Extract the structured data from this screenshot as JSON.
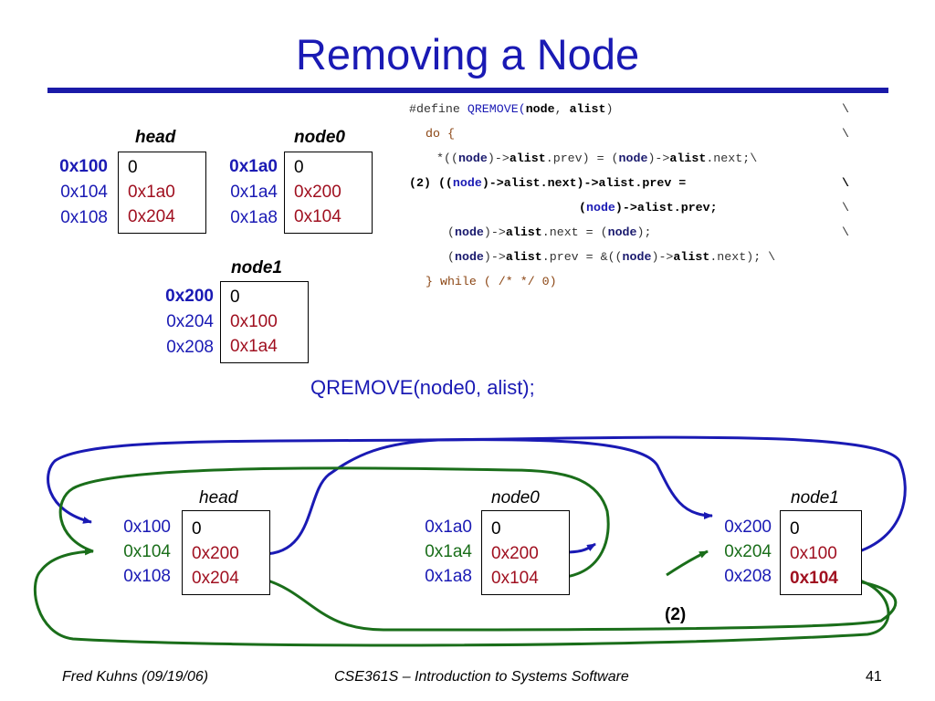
{
  "slide": {
    "title": "Removing a Node",
    "call": "QREMOVE(node0, alist);",
    "note": "(2)",
    "footer": {
      "author": "Fred Kuhns (09/19/06)",
      "course": "CSE361S – Introduction to Systems Software",
      "page": "41"
    }
  },
  "code": {
    "line1": {
      "define": "#define ",
      "macro": "QREMOVE(",
      "node": "node",
      "comma": ", ",
      "alist": "alist",
      "close": ")",
      "bs": "\\"
    },
    "line2": {
      "text": "do {",
      "bs": "\\"
    },
    "line3": {
      "a": "*((",
      "node1": "node",
      "b": ")->",
      "alist1": "alist",
      "c": ".prev) = (",
      "node2": "node",
      "d": ")->",
      "alist2": "alist",
      "e": ".next;\\"
    },
    "line4": {
      "num": "(2)",
      "a": "((",
      "node": "node",
      "b": ")->alist.next)->alist.prev =",
      "bs": "\\"
    },
    "line5": {
      "a": "(",
      "node": "node",
      "b": ")->alist.prev;",
      "bs": "\\"
    },
    "line6": {
      "a": "(",
      "node1": "node",
      "b": ")->",
      "alist": "alist",
      "c": ".next = (",
      "node2": "node",
      "d": ");",
      "bs": "\\"
    },
    "line7": {
      "a": "(",
      "node1": "node",
      "b": ")->",
      "alist": "alist",
      "c": ".prev = &((",
      "node2": "node",
      "d": ")->",
      "alist2": "alist",
      "e": ".next); \\"
    },
    "line8": {
      "text": "} while ( /* */ 0)"
    }
  },
  "before": {
    "head": {
      "label": "head",
      "addrs": [
        "0x100",
        "0x104",
        "0x108"
      ],
      "vals": [
        "0",
        "0x1a0",
        "0x204"
      ]
    },
    "node0": {
      "label": "node0",
      "addrs": [
        "0x1a0",
        "0x1a4",
        "0x1a8"
      ],
      "vals": [
        "0",
        "0x200",
        "0x104"
      ]
    },
    "node1": {
      "label": "node1",
      "addrs": [
        "0x200",
        "0x204",
        "0x208"
      ],
      "vals": [
        "0",
        "0x100",
        "0x1a4"
      ]
    }
  },
  "after": {
    "head": {
      "label": "head",
      "addrs": [
        "0x100",
        "0x104",
        "0x108"
      ],
      "vals": [
        "0",
        "0x200",
        "0x204"
      ]
    },
    "node0": {
      "label": "node0",
      "addrs": [
        "0x1a0",
        "0x1a4",
        "0x1a8"
      ],
      "vals": [
        "0",
        "0x200",
        "0x104"
      ]
    },
    "node1": {
      "label": "node1",
      "addrs": [
        "0x200",
        "0x204",
        "0x208"
      ],
      "vals": [
        "0",
        "0x100",
        "0x104"
      ]
    }
  },
  "colors": {
    "title": "#1a1ab4",
    "address": "#1a1ab4",
    "value": "#a01020",
    "next_link": "#1a1ab4",
    "prev_link": "#1a6e1a"
  }
}
